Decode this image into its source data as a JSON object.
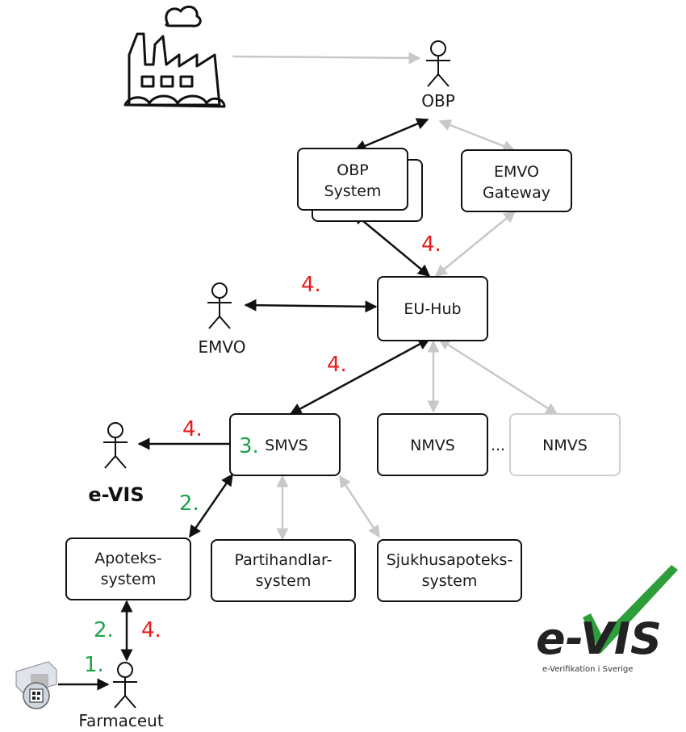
{
  "actors": {
    "obp": "OBP",
    "emvo": "EMVO",
    "evis": "e-VIS",
    "farmaceut": "Farmaceut"
  },
  "boxes": {
    "obp_system_line1": "OBP",
    "obp_system_line2": "System",
    "emvo_gateway_line1": "EMVO",
    "emvo_gateway_line2": "Gateway",
    "eu_hub": "EU-Hub",
    "smvs": "SMVS",
    "nmvs_1": "NMVS",
    "nmvs_2": "NMVS",
    "ellipsis": "...",
    "apoteks_line1": "Apoteks-",
    "apoteks_line2": "system",
    "partihandlar_line1": "Partihandlar-",
    "partihandlar_line2": "system",
    "sjukhus_line1": "Sjukhusapoteks-",
    "sjukhus_line2": "system"
  },
  "steps": {
    "red_obp_hub": "4.",
    "red_emvo": "4.",
    "red_hub_smvs": "4.",
    "red_evis": "4.",
    "green_smvs": "3.",
    "green_apoteks_smvs": "2.",
    "green_apoteks_farmaceut": "2.",
    "red_apoteks_farmaceut": "4.",
    "green_scan": "1."
  },
  "logo": {
    "brand": "e-VIS",
    "tagline": "e-Verifikation i Sverige"
  },
  "colors": {
    "active_arrow": "#111111",
    "inactive_arrow": "#c8c8c8",
    "step_red": "#e81c1c",
    "step_green": "#1fa34a",
    "logo_check": "#2e9e3a"
  }
}
